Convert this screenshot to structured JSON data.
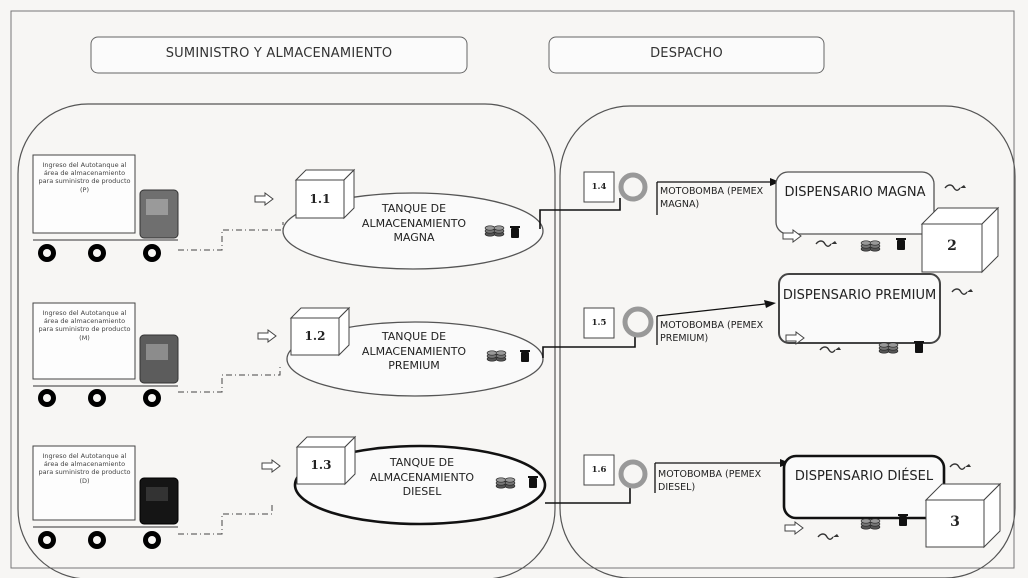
{
  "headers": {
    "supply": "SUMINISTRO Y ALMACENAMIENTO",
    "dispatch": "DESPACHO"
  },
  "trucks": [
    {
      "text": "Ingreso del Autotanque al área de almacenamiento para suministro de producto (P)",
      "color": "#6f6f6f"
    },
    {
      "text": "Ingreso del Autotanque al área de almacenamiento para suministro de producto (M)",
      "color": "#5c5c5c"
    },
    {
      "text": "Ingreso del Autotanque al área de almacenamiento para suministro de producto (D)",
      "color": "#151515"
    }
  ],
  "tanks": [
    {
      "code": "1.1",
      "label": "TANQUE DE ALMACENAMIENTO MAGNA"
    },
    {
      "code": "1.2",
      "label": "TANQUE DE ALMACENAMIENTO PREMIUM"
    },
    {
      "code": "1.3",
      "label": "TANQUE DE ALMACENAMIENTO DIESEL"
    }
  ],
  "pumps": [
    {
      "code": "1.4",
      "label": "MOTOBOMBA (PEMEX MAGNA)"
    },
    {
      "code": "1.5",
      "label": "MOTOBOMBA (PEMEX PREMIUM)"
    },
    {
      "code": "1.6",
      "label": "MOTOBOMBA (PEMEX DIESEL)"
    }
  ],
  "dispensers": [
    {
      "label": "DISPENSARIO MAGNA",
      "box": "2"
    },
    {
      "label": "DISPENSARIO PREMIUM",
      "box": ""
    },
    {
      "label": "DISPENSARIO DIÉSEL",
      "box": "3"
    }
  ]
}
